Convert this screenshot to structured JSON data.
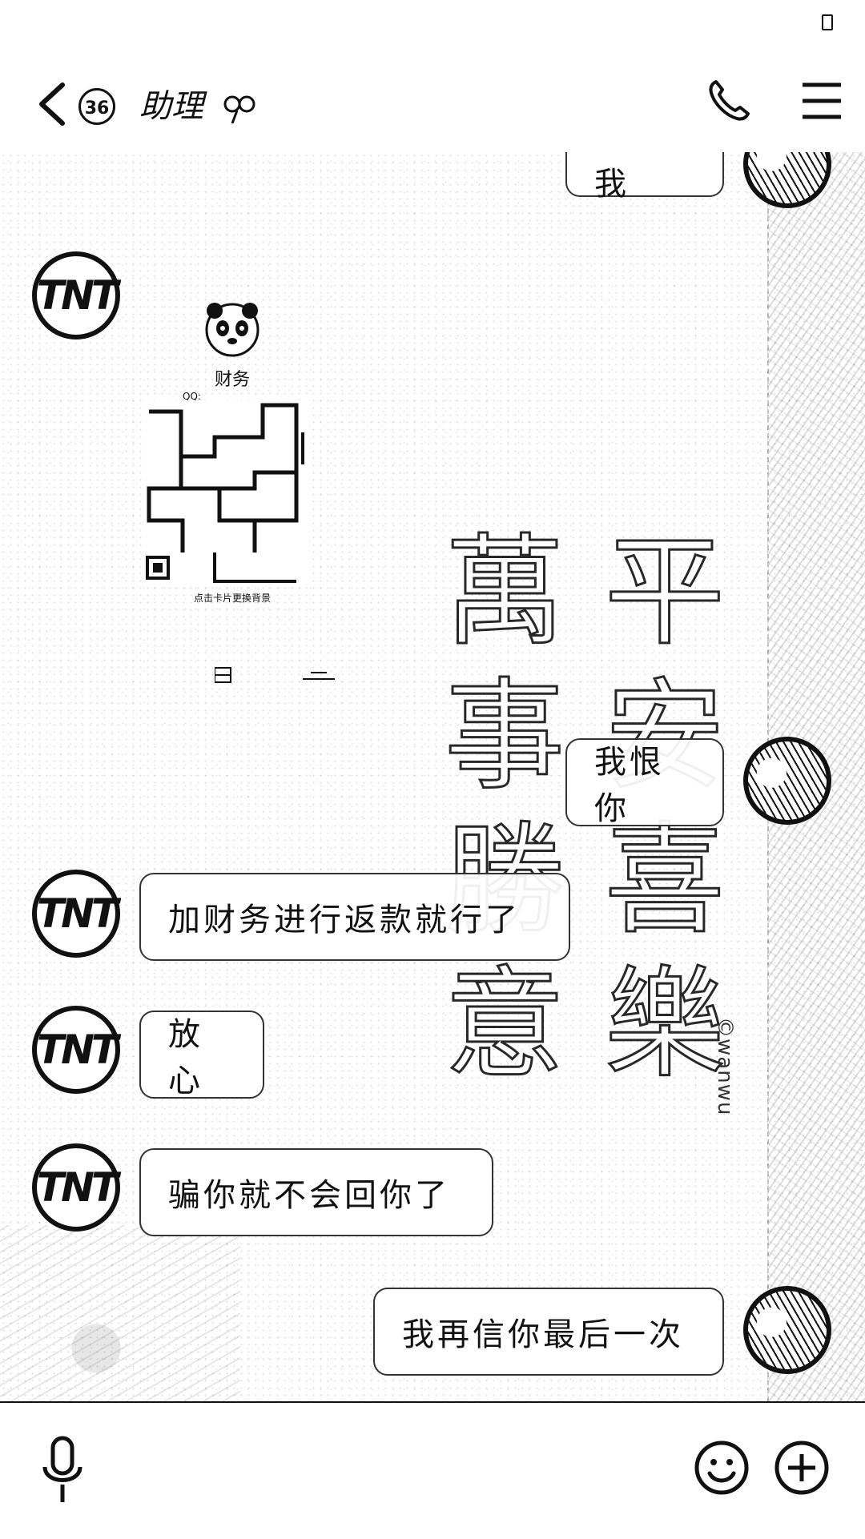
{
  "nav": {
    "unread_badge": "36",
    "title": "助理"
  },
  "card": {
    "name": "财务",
    "qq_label": "QQ:",
    "hint": "点击卡片更换背景"
  },
  "background": {
    "calligraphy": [
      "萬",
      "平",
      "事",
      "安",
      "勝",
      "喜",
      "意",
      "樂"
    ],
    "watermark": "©wanwu"
  },
  "messages": [
    {
      "id": "m0",
      "side": "right",
      "text": "你骗我"
    },
    {
      "id": "m1",
      "side": "right",
      "text": "我恨你"
    },
    {
      "id": "m2",
      "side": "left",
      "text": "加财务进行返款就行了"
    },
    {
      "id": "m3",
      "side": "left",
      "text": "放心"
    },
    {
      "id": "m4",
      "side": "left",
      "text": "骗你就不会回你了"
    },
    {
      "id": "m5",
      "side": "right",
      "text": "我再信你最后一次"
    }
  ],
  "icons": {
    "back": "chevron-left-icon",
    "pin": "pin-icon",
    "phone": "phone-icon",
    "menu": "menu-icon",
    "mic": "microphone-icon",
    "emoji": "emoji-icon",
    "plus": "plus-icon"
  }
}
